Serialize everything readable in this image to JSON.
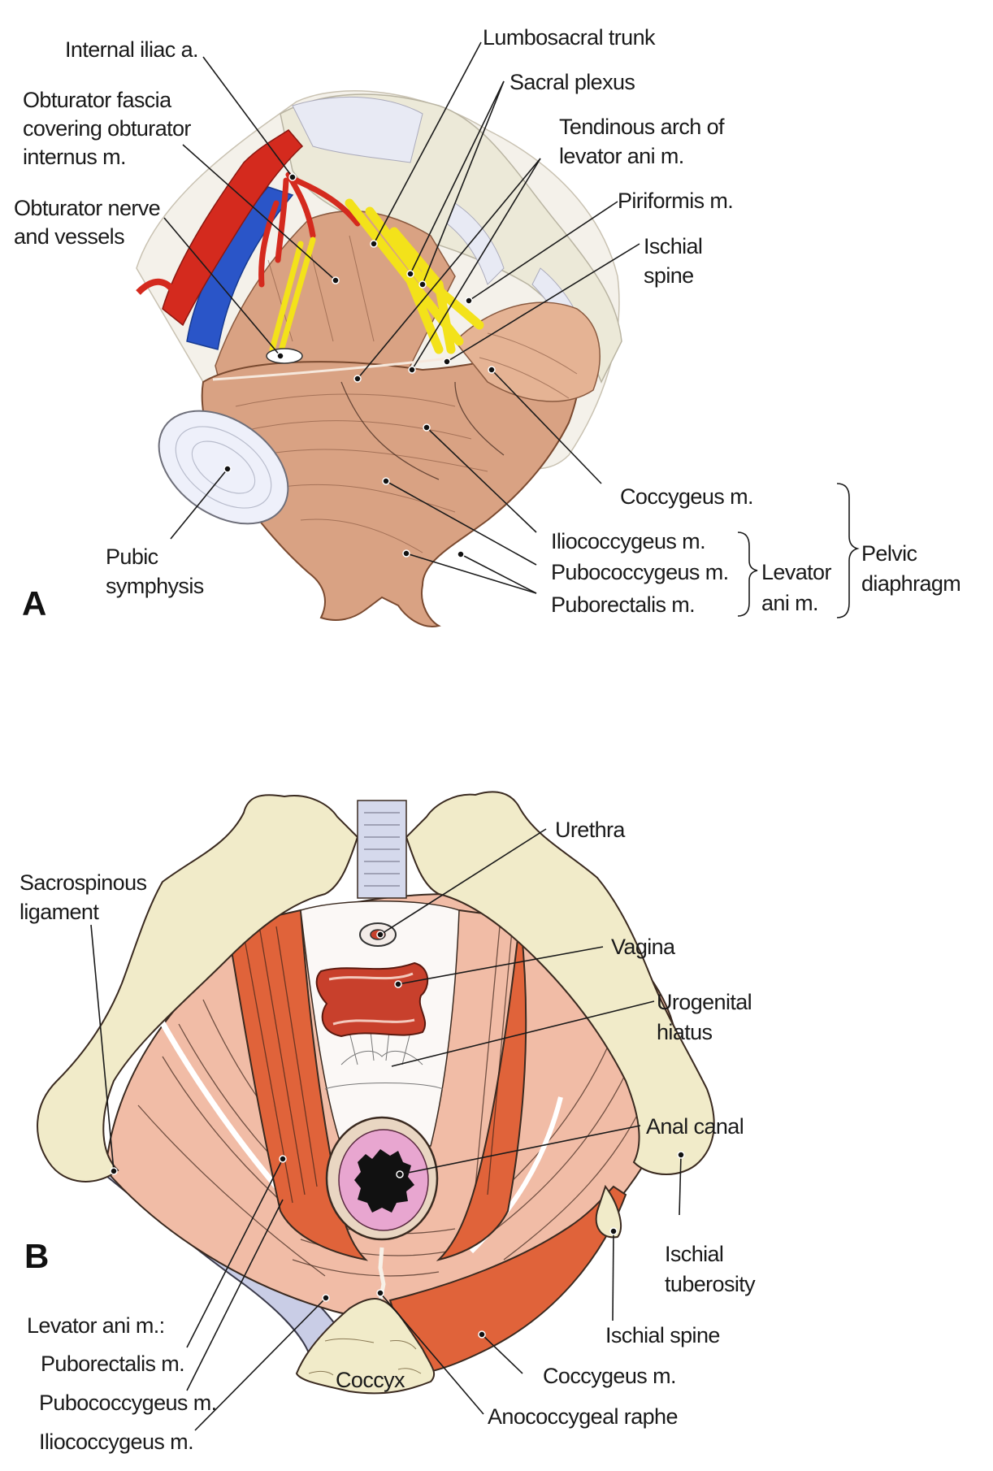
{
  "figure": {
    "panel_a": {
      "letter": "A",
      "labels": {
        "internal_iliac": "Internal iliac a.",
        "obturator_fascia": [
          "Obturator fascia",
          "covering obturator",
          "internus m."
        ],
        "obturator_nerve": [
          "Obturator nerve",
          "and vessels"
        ],
        "lumbosacral_trunk": "Lumbosacral trunk",
        "sacral_plexus": "Sacral plexus",
        "tendinous_arch": [
          "Tendinous arch of",
          "levator ani m."
        ],
        "piriformis": "Piriformis m.",
        "ischial_spine": [
          "Ischial",
          "spine"
        ],
        "coccygeus": "Coccygeus m.",
        "iliococcygeus": "Iliococcygeus m.",
        "pubococcygeus": "Pubococcygeus m.",
        "puborectalis": "Puborectalis m.",
        "pubic_symphysis": [
          "Pubic",
          "symphysis"
        ],
        "levator_ani_group": [
          "Levator",
          "ani m."
        ],
        "pelvic_diaphragm_group": [
          "Pelvic",
          "diaphragm"
        ]
      }
    },
    "panel_b": {
      "letter": "B",
      "labels": {
        "sacrospinous": [
          "Sacrospinous",
          "ligament"
        ],
        "urethra": "Urethra",
        "vagina": "Vagina",
        "urogenital_hiatus": [
          "Urogenital",
          "hiatus"
        ],
        "anal_canal": "Anal canal",
        "ischial_tuberosity": [
          "Ischial",
          "tuberosity"
        ],
        "ischial_spine": "Ischial spine",
        "coccygeus": "Coccygeus m.",
        "anococcygeal_raphe": "Anococcygeal raphe",
        "coccyx": "Coccyx",
        "levator_ani_heading": "Levator ani m.:",
        "puborectalis": "Puborectalis m.",
        "pubococcygeus": "Pubococcygeus m.",
        "iliococcygeus": "Iliococcygeus m."
      }
    },
    "colors": {
      "artery": "#d42a1e",
      "vein": "#2a55c8",
      "nerve": "#f3e21a",
      "muscle_a": "#d9a283",
      "bone": "#f1ebc9",
      "muscle_b_dark": "#e0633a",
      "muscle_b_light": "#f1bca6",
      "ligament": "#c9cde6",
      "anal_mucosa": "#e8a6d0",
      "vagina": "#c8402c"
    }
  }
}
